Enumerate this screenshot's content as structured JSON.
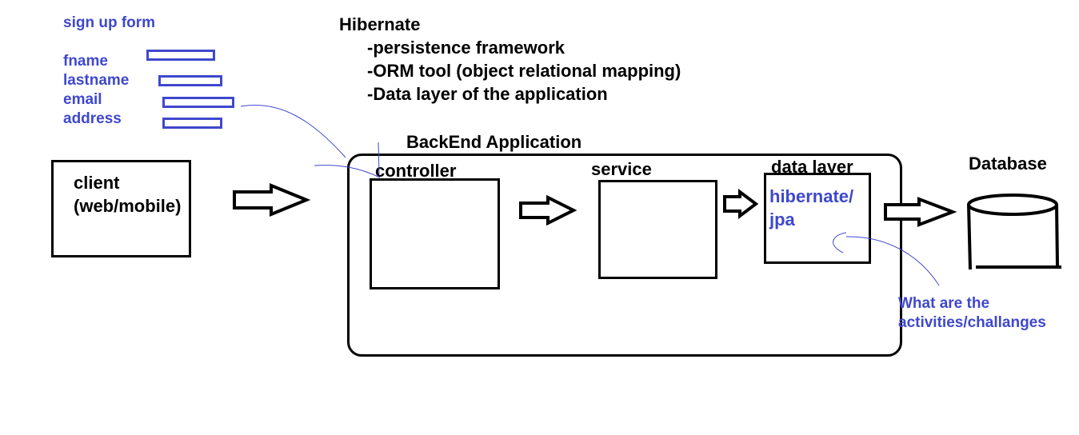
{
  "signup": {
    "title": "sign up form",
    "fields": [
      "fname",
      "lastname",
      "email",
      "address"
    ]
  },
  "hibernate": {
    "title": "Hibernate",
    "points": [
      "-persistence framework",
      "-ORM tool (object relational mapping)",
      "-Data layer of the application"
    ]
  },
  "client": {
    "line1": "client",
    "line2": "(web/mobile)"
  },
  "backend": {
    "title": "BackEnd Application",
    "controller": "controller",
    "service": "service",
    "data_layer": "data layer",
    "data_layer_content_1": "hibernate/",
    "data_layer_content_2": "jpa"
  },
  "database": {
    "label": "Database"
  },
  "note": {
    "line1": "What are the",
    "line2": "activities/challanges"
  },
  "colors": {
    "ink": "#000000",
    "accent": "#3f48cc"
  }
}
